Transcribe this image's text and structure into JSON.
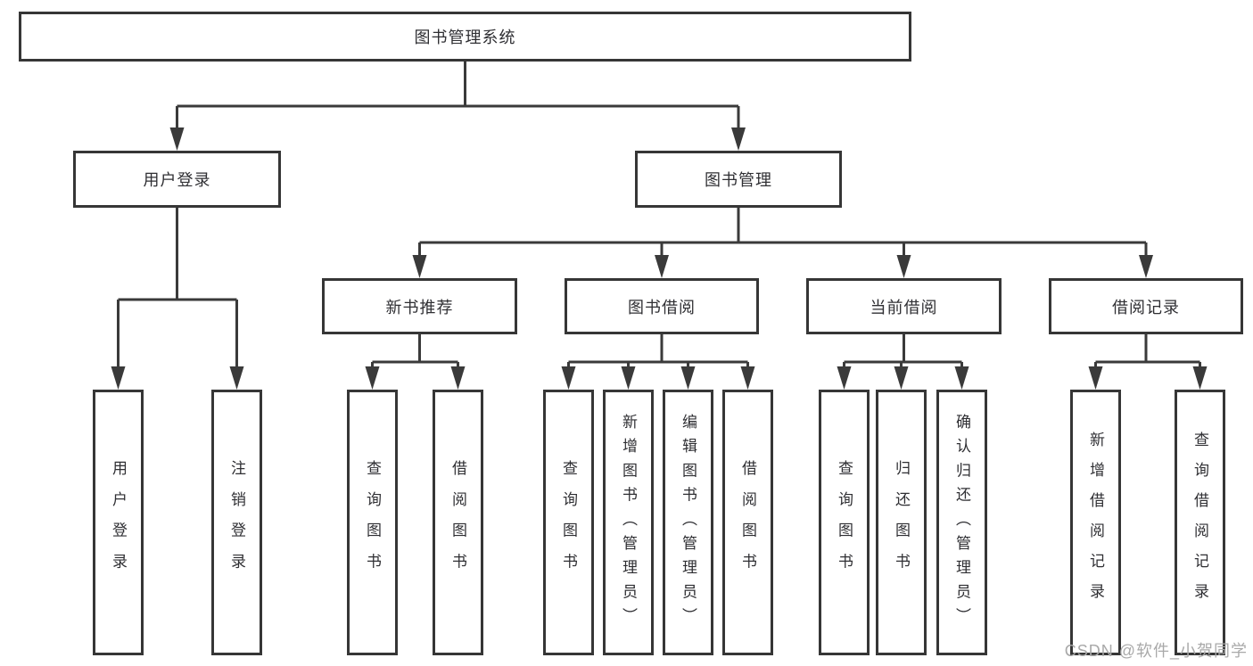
{
  "root_label": "图书管理系统",
  "level2": {
    "user_login": "用户登录",
    "book_mgmt": "图书管理"
  },
  "level3": {
    "new_books": "新书推荐",
    "book_borrow": "图书借阅",
    "current_borrow": "当前借阅",
    "borrow_record": "借阅记录"
  },
  "level4": {
    "user_login": [
      "用户登录",
      "注销登录"
    ],
    "new_books": [
      "查询图书",
      "借阅图书"
    ],
    "book_borrow": [
      "查询图书",
      "新增图书（管理员）",
      "编辑图书（管理员）",
      "借阅图书"
    ],
    "current_borrow": [
      "查询图书",
      "归还图书",
      "确认归还（管理员）"
    ],
    "borrow_record": [
      "新增借阅记录",
      "查询借阅记录"
    ]
  },
  "watermark": "CSDN @软件_小贺同学",
  "colors": {
    "line": "#3a3a3a",
    "border": "#363636",
    "text": "#2f2f33",
    "watermark": "#a9a9a9",
    "background": "#ffffff"
  }
}
